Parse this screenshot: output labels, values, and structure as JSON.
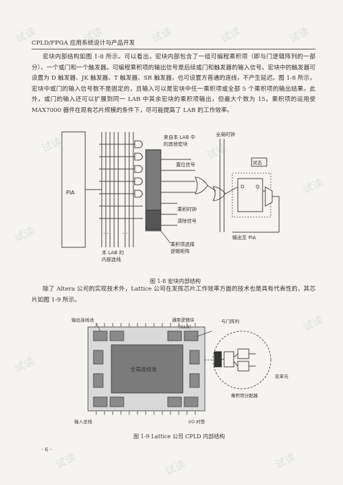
{
  "header": {
    "running_title": "CPLD/FPGA 应用系统设计与产品开发"
  },
  "paragraph1": "宏块内部结构如图 1-8 所示。可以看出，宏块内部包含了一组可编程乘积项（即与门逻辑阵列的一部分）、一个或门和一个触发器。可编程乘积项的输出信号是后续或门和触发器的输入信号。宏块中的触发器可设置为 D 触发器、JK 触发器、T 触发器、SR 触发器，也可设置方普通的连线，不产生延迟。图 1-8 所示，宏块中或门的输入信号数不是固定的，且输入可以是宏块中任一乘积项或全部 5 个乘积项的输出结果。此外，或门的输入还可以扩展到同一 LAB 中其余宏块的乘积项输出，但最大个数为 15。乘积项的运用使 MAX7000 器件在现有芯片规模的条件下，尽可能提高了 LAB 的工作效率。",
  "figure1": {
    "labels": {
      "from_other_macro": "来自本 LAB 中",
      "from_other_macro2": "的其他宏块",
      "global_clock": "全局时钟",
      "status": "状态",
      "set_signal": "置位信号",
      "pia": "PIA",
      "clear_clock": "乘积时钟",
      "clear_signal": "清除信号",
      "output_to_pia": "输出至 PIA",
      "local_interconnect": "本 LAB 的",
      "local_interconnect2": "内部连线",
      "product_select": "乘积项选择",
      "product_select2": "逻辑矩阵",
      "ff_d": "D",
      "ff_q": "Q"
    },
    "caption": "图 1-8   宏块内部结构"
  },
  "paragraph2": "除了 Altera 公司的实现技术外，Lattice 公司在发挥芯片工作效率方面的技术也是具有代表性的，其芯片如图 1-9 所示。",
  "figure2": {
    "labels": {
      "output_routing": "输出连线池",
      "glb": "通用逻辑块",
      "glb2": "（GLB）",
      "and_array": "与门阵列",
      "global_routing": "全局连线池",
      "macrocell": "宏单元",
      "product_term_alloc": "乘积项分配器",
      "input_bus": "输入总线",
      "io_cells": "I/O 衬垫"
    },
    "caption": "图 1-9   Lattice 公司 CPLD 内部结构"
  },
  "page_number": "· 6 ·",
  "watermark": "试读"
}
